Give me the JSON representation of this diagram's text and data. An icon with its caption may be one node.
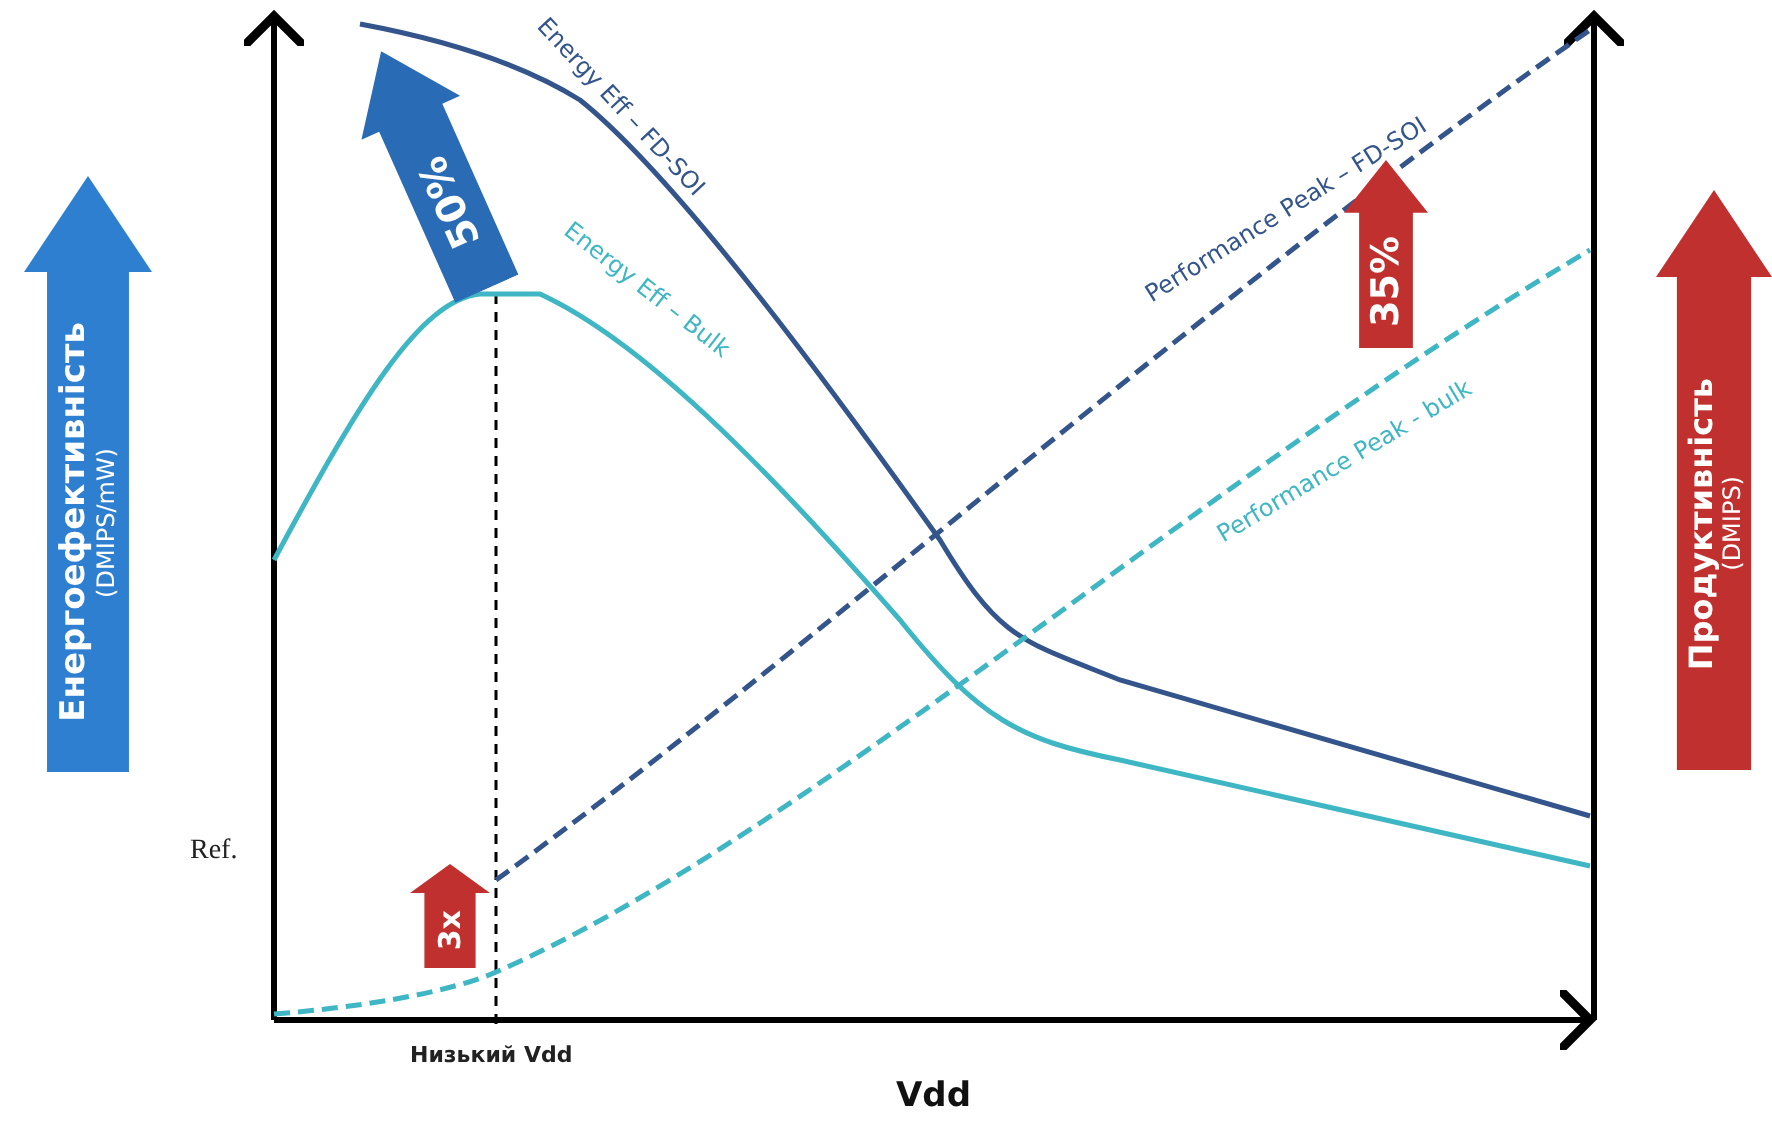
{
  "diagram": {
    "nodes": [
      {
        "text": [
          "Енергоефективність",
          "(DMIPS/mW)"
        ]
      },
      {
        "text": [
          "Продуктивність",
          "(DMIPS)"
        ]
      },
      {
        "text": [
          "50%"
        ]
      },
      {
        "text": [
          "35%"
        ]
      },
      {
        "text": [
          "3x"
        ]
      }
    ],
    "labels": [
      "Energy Eff – FD-SOI",
      "Performance Peak – FD-SOI",
      "Energy Eff – Bulk",
      "Performance Peak - bulk",
      "Ref.",
      "Низький Vdd",
      "Vdd"
    ]
  }
}
